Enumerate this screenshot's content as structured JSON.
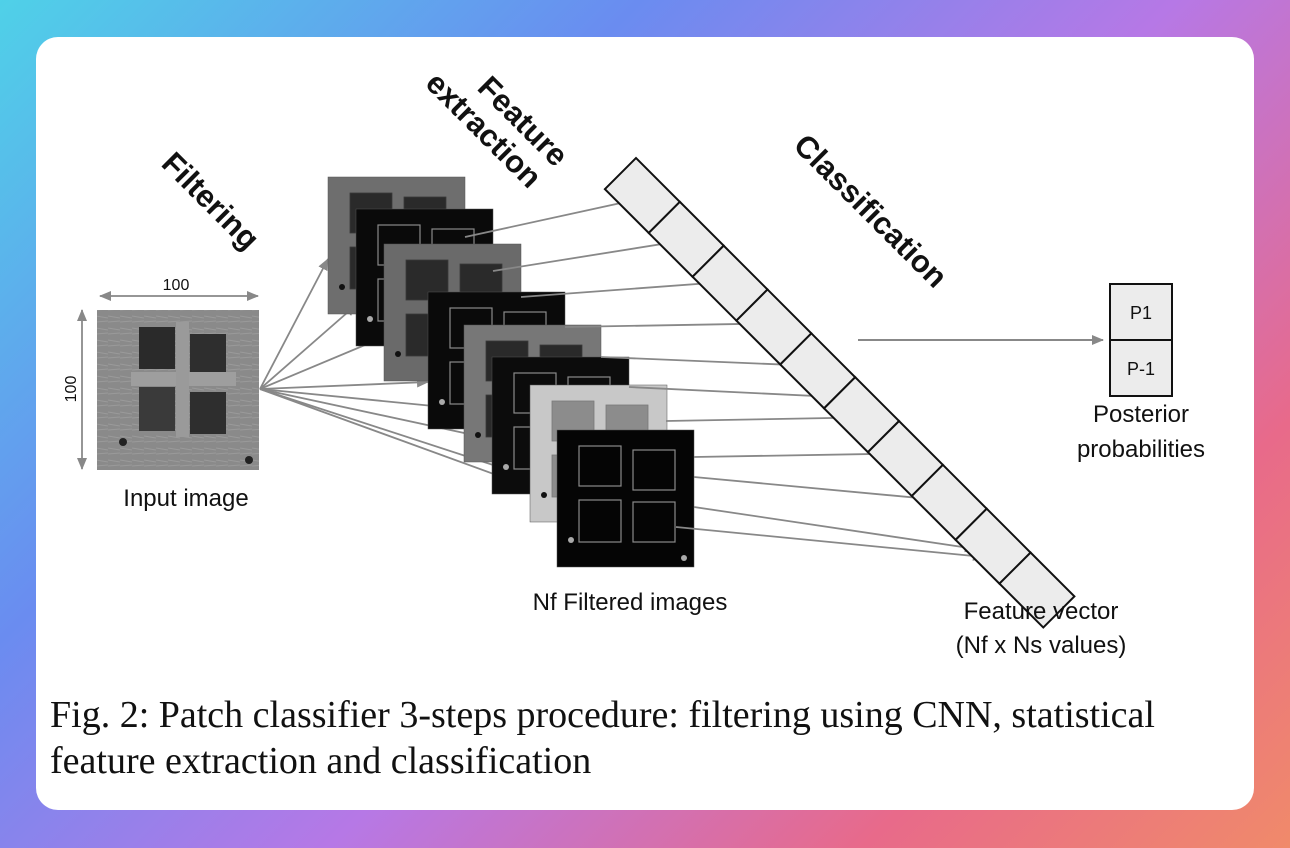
{
  "diagram": {
    "stages": {
      "filtering": "Filtering",
      "feature_extraction_line1": "Feature",
      "feature_extraction_line2": "extraction",
      "classification": "Classification"
    },
    "input": {
      "width_label": "100",
      "height_label": "100",
      "caption": "Input image"
    },
    "filtered_images_label": "Nf  Filtered images",
    "feature_vector_line1": "Feature vector",
    "feature_vector_line2": "(Nf x Ns values)",
    "output_boxes": [
      "P1",
      "P-1"
    ],
    "posterior_line1": "Posterior",
    "posterior_line2": "probabilities"
  },
  "caption": "Fig. 2: Patch classifier 3-steps procedure: filtering using CNN, statistical feature extraction and classification",
  "colors": {
    "arrow": "#888888",
    "vector_cell_fill": "#ececec",
    "card_background": "#ffffff"
  }
}
